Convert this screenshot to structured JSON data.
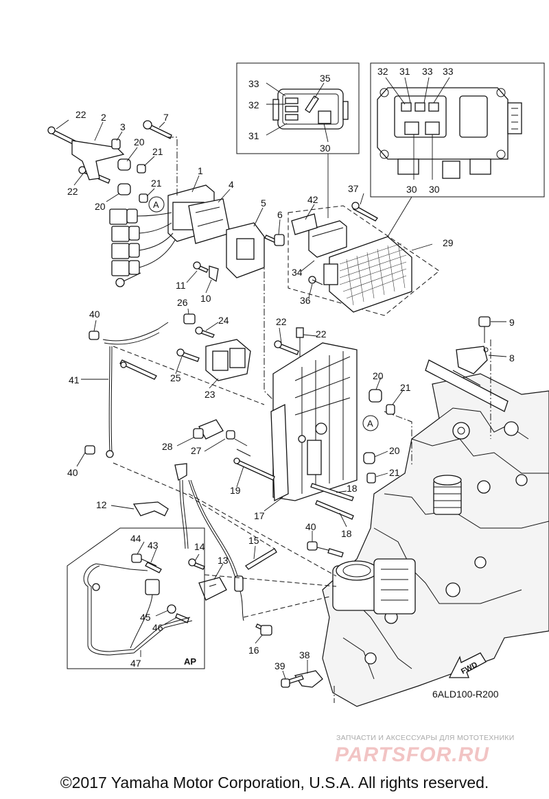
{
  "diagram": {
    "callouts": {
      "c1": "1",
      "c2": "2",
      "c3": "3",
      "c4": "4",
      "c5": "5",
      "c6": "6",
      "c7": "7",
      "c8": "8",
      "c9": "9",
      "c10": "10",
      "c11": "11",
      "c12": "12",
      "c13": "13",
      "c14": "14",
      "c15": "15",
      "c16": "16",
      "c17": "17",
      "c18a": "18",
      "c18b": "18",
      "c19": "19",
      "c20a": "20",
      "c20b": "20",
      "c20c": "20",
      "c20d": "20",
      "c21a": "21",
      "c21b": "21",
      "c21c": "21",
      "c21d": "21",
      "c22a": "22",
      "c22b": "22",
      "c22c": "22",
      "c22d": "22",
      "c23": "23",
      "c24": "24",
      "c25": "25",
      "c26": "26",
      "c27": "27",
      "c28": "28",
      "c29": "29",
      "c30a": "30",
      "c30b": "30",
      "c30c": "30",
      "c31a": "31",
      "c31b": "31",
      "c32a": "32",
      "c32b": "32",
      "c33a": "33",
      "c33b": "33",
      "c33c": "33",
      "c34": "34",
      "c35": "35",
      "c36": "36",
      "c37": "37",
      "c38": "38",
      "c39": "39",
      "c40a": "40",
      "c40b": "40",
      "c40c": "40",
      "c41": "41",
      "c42": "42",
      "c43": "43",
      "c44": "44",
      "c45": "45",
      "c46": "46",
      "c47": "47"
    },
    "ref_a1": "A",
    "ref_a2": "A",
    "inset_ap_label": "AP",
    "fwd_label": "FWD",
    "drawing_code": "6ALD100-R200"
  },
  "watermark": {
    "tagline": "ЗАПЧАСТИ И АКСЕССУАРЫ ДЛЯ МОТОТЕХНИКИ",
    "brand": "PARTSFOR.RU"
  },
  "footer": {
    "copyright": "©2017 Yamaha Motor Corporation, U.S.A. All rights reserved."
  }
}
